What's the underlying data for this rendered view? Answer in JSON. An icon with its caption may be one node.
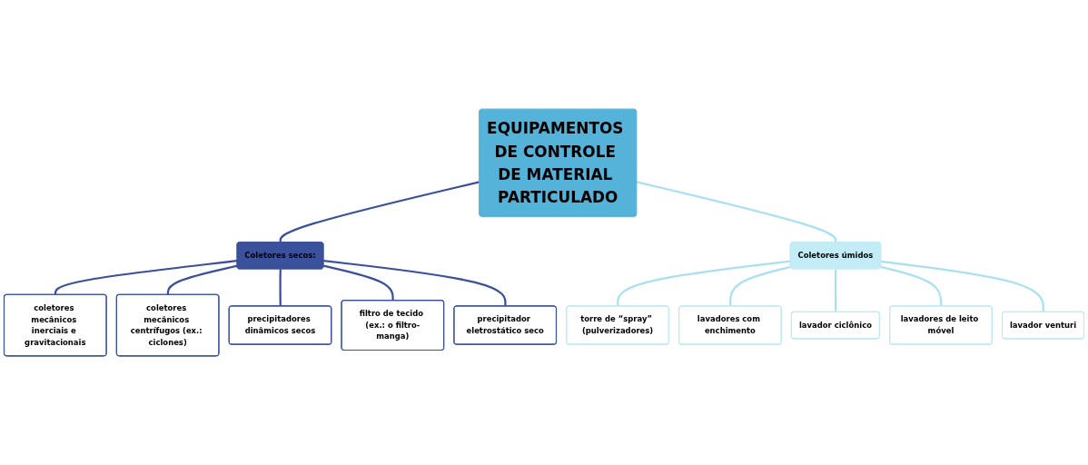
{
  "diagram": {
    "nodes": [
      {
        "text": [
          "EQUIPAMENTOS DE CONTROLE DE MATERIAL PARTICULADO"
        ]
      },
      {
        "text": [
          "Coletores secos:"
        ]
      },
      {
        "text": [
          "Coletores úmidos"
        ]
      },
      {
        "text": [
          "coletores mecânicos inerciais e gravitacionais"
        ]
      },
      {
        "text": [
          "coletores mecânicos centrífugos (ex.: ciclones)"
        ]
      },
      {
        "text": [
          "precipitadores dinâmicos secos"
        ]
      },
      {
        "text": [
          "filtro de tecido (ex.: o filtro-manga)"
        ]
      },
      {
        "text": [
          "precipitador eletrostático seco"
        ]
      },
      {
        "text": [
          "torre de “spray” (pulverizadores)"
        ]
      },
      {
        "text": [
          "lavadores com enchimento"
        ]
      },
      {
        "text": [
          "lavador ciclônico"
        ]
      },
      {
        "text": [
          "lavadores de leito móvel"
        ]
      },
      {
        "text": [
          "lavador venturi"
        ]
      }
    ],
    "edges": [
      {
        "from": 0,
        "to": 1,
        "arrow": "none"
      },
      {
        "from": 0,
        "to": 2,
        "arrow": "none",
        "color": "#a9e0f0"
      },
      {
        "from": 1,
        "to": 3,
        "arrow": "none"
      },
      {
        "from": 1,
        "to": 4,
        "arrow": "none"
      },
      {
        "from": 1,
        "to": 5,
        "arrow": "none"
      },
      {
        "from": 1,
        "to": 6,
        "arrow": "none"
      },
      {
        "from": 1,
        "to": 7,
        "arrow": "none"
      },
      {
        "from": 2,
        "to": 8,
        "arrow": "none",
        "color": "#a9e0f0"
      },
      {
        "from": 2,
        "to": 9,
        "arrow": "none",
        "color": "#a9e0f0"
      },
      {
        "from": 2,
        "to": 10,
        "arrow": "none",
        "color": "#a9e0f0"
      },
      {
        "from": 2,
        "to": 11,
        "arrow": "none",
        "color": "#a9e0f0"
      },
      {
        "from": 2,
        "to": 12,
        "arrow": "none",
        "color": "#a9e0f0"
      }
    ]
  }
}
